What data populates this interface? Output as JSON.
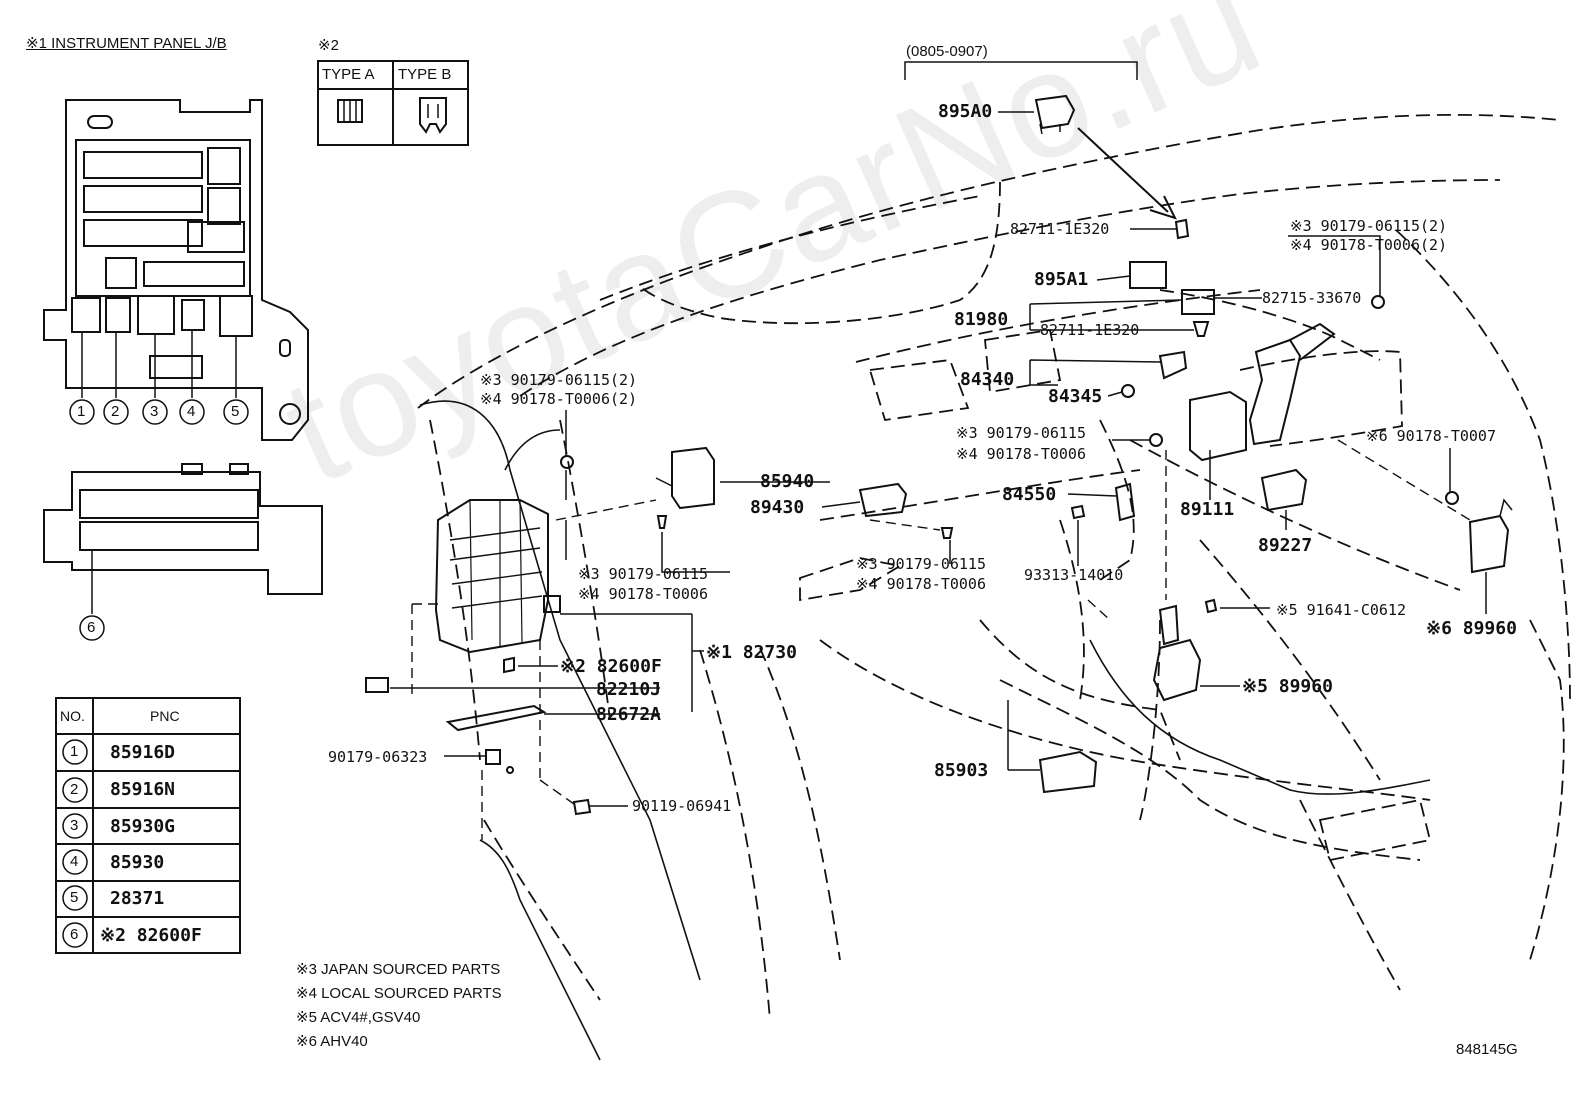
{
  "watermark": "toyotaCarNo.ru",
  "jb_title": "※1 INSTRUMENT PANEL J/B",
  "type_note": "※2",
  "type_table": {
    "a": "TYPE A",
    "b": "TYPE B"
  },
  "date_range": "(0805-0907)",
  "fuse_numbers": [
    "1",
    "2",
    "3",
    "4",
    "5",
    "6"
  ],
  "pnc_table": {
    "headers": {
      "no": "NO.",
      "pnc": "PNC"
    },
    "rows": [
      {
        "no": "1",
        "pnc": "85916D"
      },
      {
        "no": "2",
        "pnc": "85916N"
      },
      {
        "no": "3",
        "pnc": "85930G"
      },
      {
        "no": "4",
        "pnc": "85930"
      },
      {
        "no": "5",
        "pnc": "28371"
      },
      {
        "no": "6",
        "pnc": "※2 82600F"
      }
    ]
  },
  "parts": {
    "p895A0": "895A0",
    "p82711_top": "82711-1E320",
    "p90179_right": "※3 90179-06115(2)",
    "p90178_right": "※4 90178-T0006(2)",
    "p895A1": "895A1",
    "p82715": "82715-33670",
    "p81980": "81980",
    "p82711_mid": "82711-1E320",
    "p84340": "84340",
    "p84345": "84345",
    "p90179_left": "※3 90179-06115(2)",
    "p90178_left": "※4 90178-T0006(2)",
    "p90179_center": "※3 90179-06115",
    "p90178_center": "※4 90178-T0006",
    "p90178_T0007": "※6 90178-T0007",
    "p85940": "85940",
    "p89430": "89430",
    "p84550": "84550",
    "p89111": "89111",
    "p89227": "89227",
    "p90179_lower": "※3 90179-06115",
    "p90178_lower": "※4 90178-T0006",
    "p90179_mid2": "※3 90179-06115",
    "p90178_mid2": "※4 90178-T0006",
    "p93313": "93313-14010",
    "p91641": "※5 91641-C0612",
    "p89960_6": "※6 89960",
    "p82600F": "※2 82600F",
    "p82730": "※1 82730",
    "p82210J": "82210J",
    "p82672A": "82672A",
    "p89960_5": "※5 89960",
    "p90179_06323": "90179-06323",
    "p90119": "90119-06941",
    "p85903": "85903"
  },
  "notes": [
    "※3 JAPAN SOURCED PARTS",
    "※4 LOCAL SOURCED PARTS",
    "※5 ACV4#,GSV40",
    "※6 AHV40"
  ],
  "drawing_code": "848145G"
}
